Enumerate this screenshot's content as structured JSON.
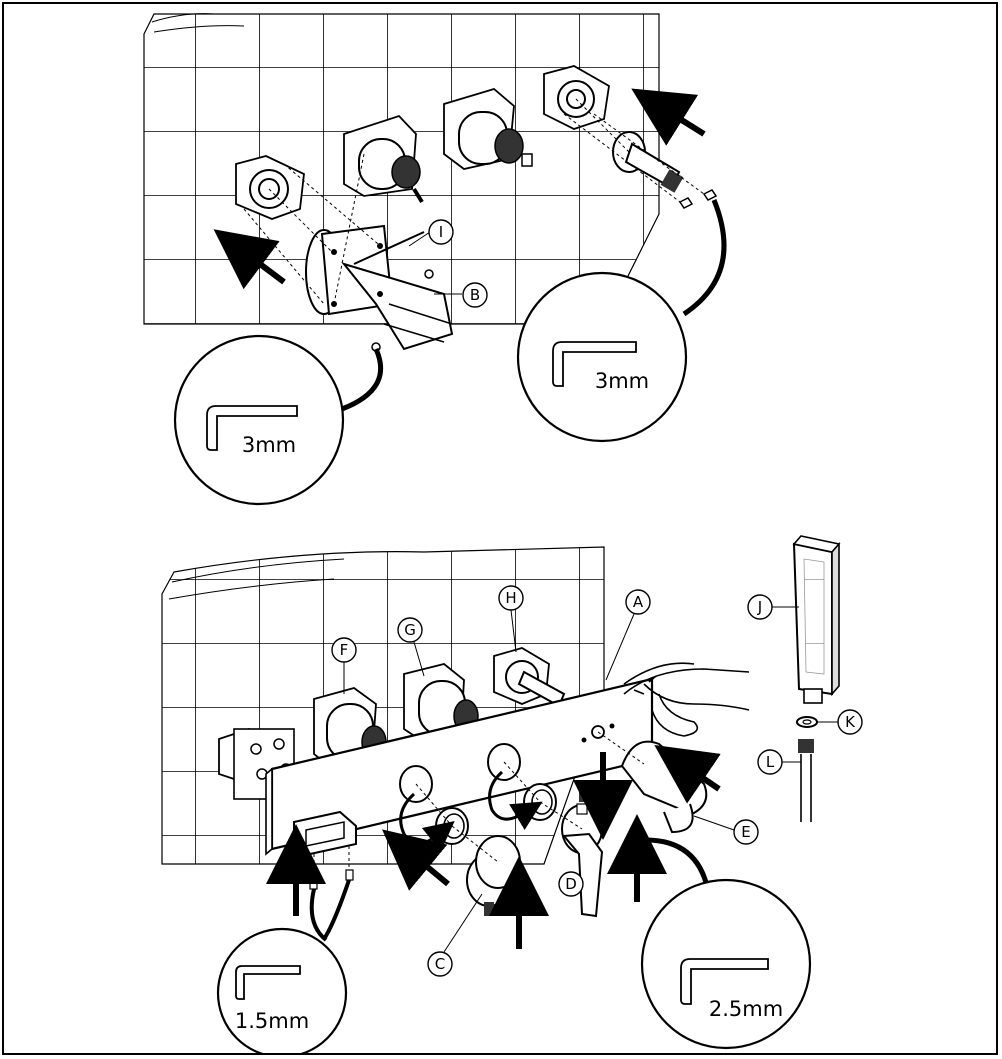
{
  "top": {
    "labels": {
      "i": "I",
      "b": "B"
    },
    "tools": {
      "left": "3mm",
      "right": "3mm"
    }
  },
  "bottom": {
    "labels": {
      "a": "A",
      "c": "C",
      "d": "D",
      "e": "E",
      "f": "F",
      "g": "G",
      "h": "H",
      "j": "J",
      "k": "K",
      "l": "L"
    },
    "tools": {
      "left": "1.5mm",
      "right": "2.5mm"
    }
  }
}
